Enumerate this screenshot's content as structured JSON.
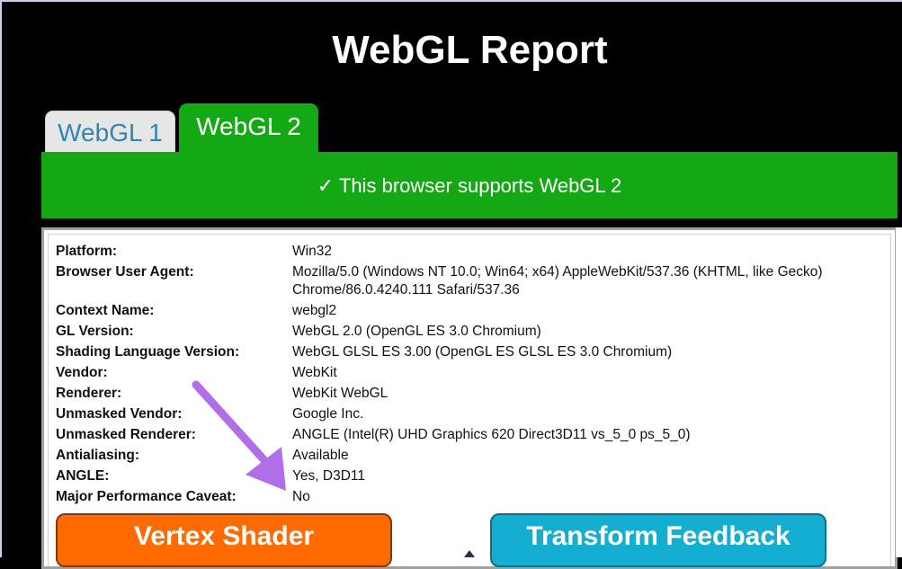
{
  "page": {
    "title": "WebGL Report"
  },
  "tabs": [
    {
      "label": "WebGL 1",
      "active": false
    },
    {
      "label": "WebGL 2",
      "active": true
    }
  ],
  "banner": {
    "text": "✓ This browser supports WebGL 2"
  },
  "info_rows": [
    {
      "label": "Platform:",
      "value": "Win32"
    },
    {
      "label": "Browser User Agent:",
      "value": "Mozilla/5.0 (Windows NT 10.0; Win64; x64) AppleWebKit/537.36 (KHTML, like Gecko)",
      "value2": "Chrome/86.0.4240.111 Safari/537.36"
    },
    {
      "label": "Context Name:",
      "value": "webgl2"
    },
    {
      "label": "GL Version:",
      "value": "WebGL 2.0 (OpenGL ES 3.0 Chromium)"
    },
    {
      "label": "Shading Language Version:",
      "value": "WebGL GLSL ES 3.00 (OpenGL ES GLSL ES 3.0 Chromium)"
    },
    {
      "label": "Vendor:",
      "value": "WebKit"
    },
    {
      "label": "Renderer:",
      "value": "WebKit WebGL"
    },
    {
      "label": "Unmasked Vendor:",
      "value": "Google Inc."
    },
    {
      "label": "Unmasked Renderer:",
      "value": "ANGLE (Intel(R) UHD Graphics 620 Direct3D11 vs_5_0 ps_5_0)"
    },
    {
      "label": "Antialiasing:",
      "value": "Available"
    },
    {
      "label": "ANGLE:",
      "value": "Yes, D3D11"
    },
    {
      "label": "Major Performance Caveat:",
      "value": "No"
    }
  ],
  "buttons": {
    "vertex_shader": "Vertex Shader",
    "transform_feedback": "Transform Feedback"
  },
  "colors": {
    "accent_green": "#14a814",
    "vertex_orange": "#ff6b00",
    "transform_blue": "#13aed2",
    "annotation_arrow": "#b06ee8"
  }
}
